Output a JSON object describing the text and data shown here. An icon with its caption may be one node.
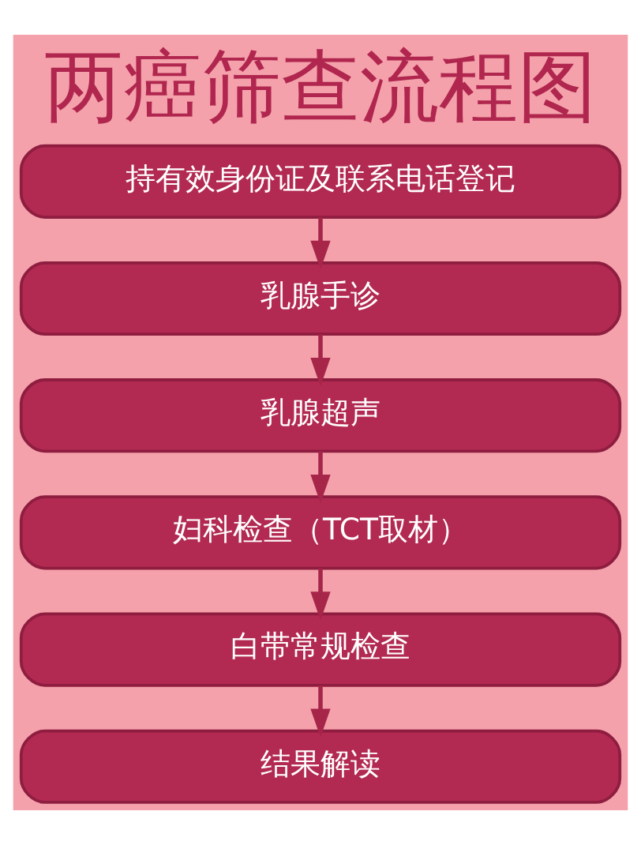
{
  "diagram": {
    "title": "两癌筛查流程图",
    "nodes": [
      {
        "text": [
          "持有效身份证及联系电话登记"
        ]
      },
      {
        "text": [
          "乳腺手诊"
        ]
      },
      {
        "text": [
          "乳腺超声"
        ]
      },
      {
        "text": [
          "妇科检查（TCT取材）"
        ]
      },
      {
        "text": [
          "白带常规检查"
        ]
      },
      {
        "text": [
          "结果解读"
        ]
      }
    ],
    "edges": [
      {
        "from": 0,
        "to": 1,
        "arrow": "to"
      },
      {
        "from": 1,
        "to": 2,
        "arrow": "to"
      },
      {
        "from": 2,
        "to": 3,
        "arrow": "to"
      },
      {
        "from": 3,
        "to": 4,
        "arrow": "to"
      },
      {
        "from": 4,
        "to": 5,
        "arrow": "to"
      }
    ]
  }
}
